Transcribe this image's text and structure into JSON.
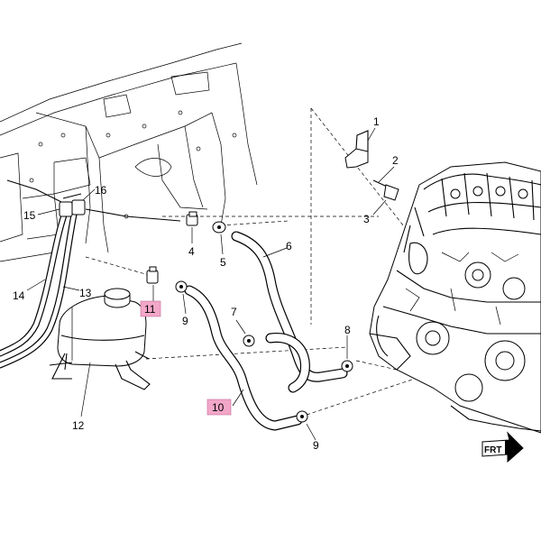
{
  "callouts": {
    "c1": "1",
    "c2": "2",
    "c3": "3",
    "c4": "4",
    "c5": "5",
    "c6": "6",
    "c7": "7",
    "c8": "8",
    "c9a": "9",
    "c9b": "9",
    "c10": "10",
    "c11": "11",
    "c12": "12",
    "c13": "13",
    "c14": "14",
    "c15": "15",
    "c16": "16"
  },
  "front_indicator": "FRT",
  "colors": {
    "highlight": "#f2a7c9",
    "ink": "#000000"
  }
}
